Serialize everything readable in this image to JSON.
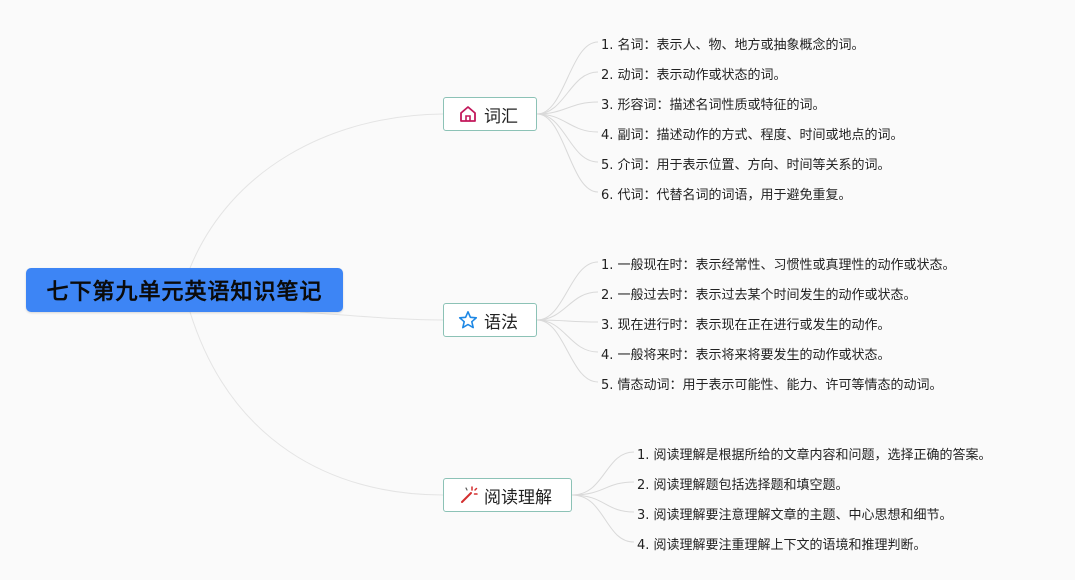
{
  "root": {
    "title": "七下第九单元英语知识笔记"
  },
  "branches": [
    {
      "title": "词汇",
      "icon": "home-icon",
      "icon_color": "#c2185b",
      "items": [
        "1. 名词：表示人、物、地方或抽象概念的词。",
        "2. 动词：表示动作或状态的词。",
        "3. 形容词：描述名词性质或特征的词。",
        "4. 副词：描述动作的方式、程度、时间或地点的词。",
        "5. 介词：用于表示位置、方向、时间等关系的词。",
        "6. 代词：代替名词的词语，用于避免重复。"
      ]
    },
    {
      "title": "语法",
      "icon": "star-icon",
      "icon_color": "#1e88e5",
      "items": [
        "1. 一般现在时：表示经常性、习惯性或真理性的动作或状态。",
        "2. 一般过去时：表示过去某个时间发生的动作或状态。",
        "3. 现在进行时：表示现在正在进行或发生的动作。",
        "4. 一般将来时：表示将来将要发生的动作或状态。",
        "5. 情态动词：用于表示可能性、能力、许可等情态的动词。"
      ]
    },
    {
      "title": "阅读理解",
      "icon": "magic-wand-icon",
      "icon_color": "#d32f2f",
      "items": [
        "1. 阅读理解是根据所给的文章内容和问题，选择正确的答案。",
        "2. 阅读理解题包括选择题和填空题。",
        "3. 阅读理解要注意理解文章的主题、中心思想和细节。",
        "4. 阅读理解要注重理解上下文的语境和推理判断。"
      ]
    }
  ]
}
